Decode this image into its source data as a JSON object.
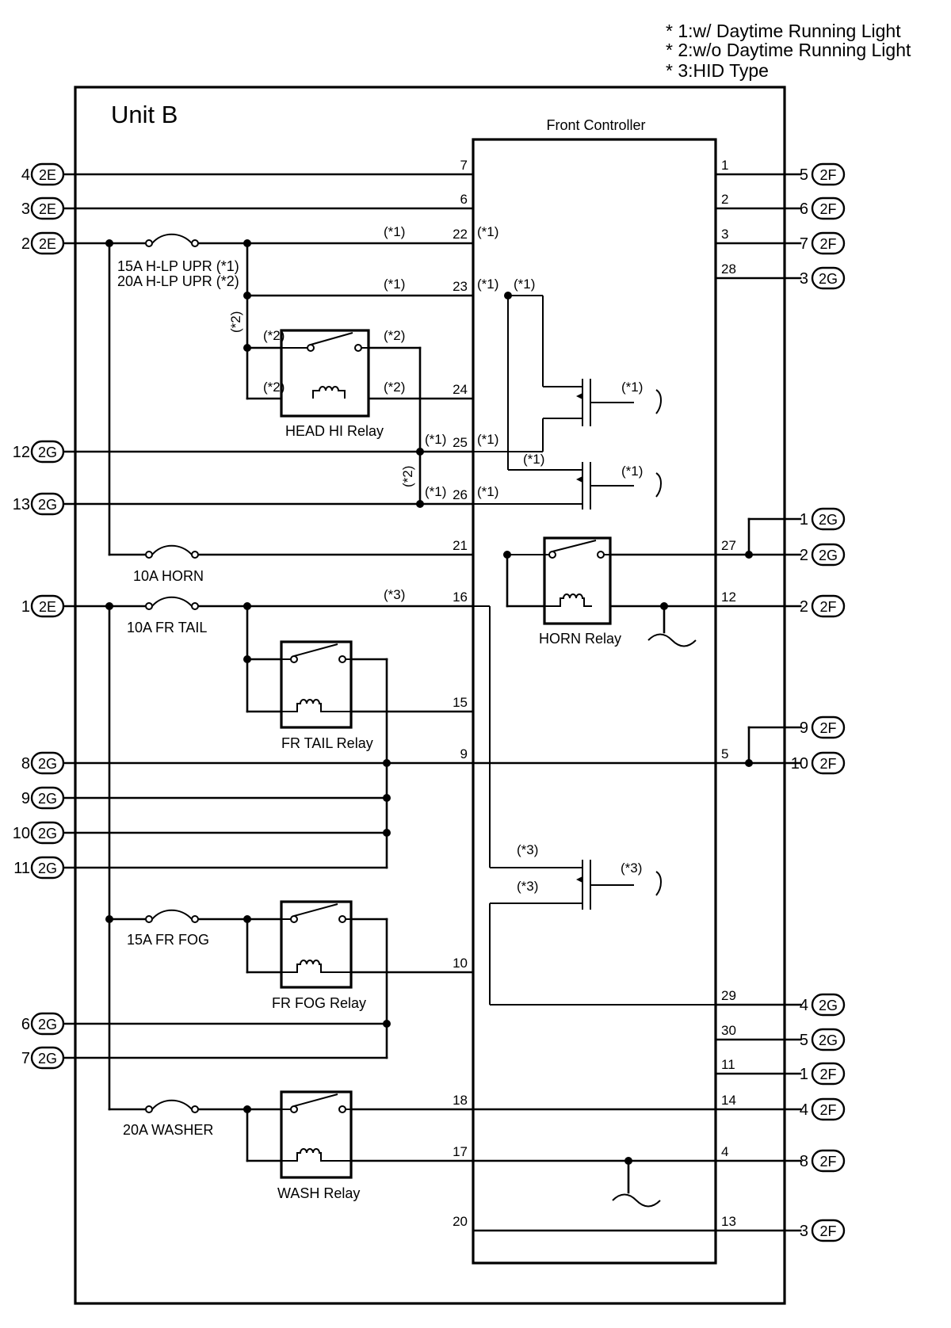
{
  "notes": [
    "* 1:w/ Daytime Running Light",
    "* 2:w/o Daytime Running Light",
    "* 3:HID Type"
  ],
  "unit_title": "Unit B",
  "controller_title": "Front Controller",
  "fuses": [
    "15A H-LP UPR (*1)",
    "20A H-LP UPR (*2)",
    "10A HORN",
    "10A FR TAIL",
    "15A FR FOG",
    "20A WASHER"
  ],
  "relays": [
    "HEAD HI Relay",
    "HORN Relay",
    "FR TAIL Relay",
    "FR FOG Relay",
    "WASH Relay"
  ],
  "left_connectors": [
    {
      "num": "4",
      "code": "2E"
    },
    {
      "num": "3",
      "code": "2E"
    },
    {
      "num": "2",
      "code": "2E"
    },
    {
      "num": "12",
      "code": "2G"
    },
    {
      "num": "13",
      "code": "2G"
    },
    {
      "num": "1",
      "code": "2E"
    },
    {
      "num": "8",
      "code": "2G"
    },
    {
      "num": "9",
      "code": "2G"
    },
    {
      "num": "10",
      "code": "2G"
    },
    {
      "num": "11",
      "code": "2G"
    },
    {
      "num": "6",
      "code": "2G"
    },
    {
      "num": "7",
      "code": "2G"
    }
  ],
  "right_connectors": [
    {
      "num": "5",
      "code": "2F"
    },
    {
      "num": "6",
      "code": "2F"
    },
    {
      "num": "7",
      "code": "2F"
    },
    {
      "num": "3",
      "code": "2G"
    },
    {
      "num": "1",
      "code": "2G"
    },
    {
      "num": "2",
      "code": "2G"
    },
    {
      "num": "2",
      "code": "2F"
    },
    {
      "num": "9",
      "code": "2F"
    },
    {
      "num": "10",
      "code": "2F"
    },
    {
      "num": "4",
      "code": "2G"
    },
    {
      "num": "5",
      "code": "2G"
    },
    {
      "num": "1",
      "code": "2F"
    },
    {
      "num": "4",
      "code": "2F"
    },
    {
      "num": "8",
      "code": "2F"
    },
    {
      "num": "3",
      "code": "2F"
    }
  ],
  "left_pins": [
    "7",
    "6",
    "22",
    "23",
    "24",
    "25",
    "26",
    "21",
    "16",
    "15",
    "9",
    "10",
    "18",
    "17",
    "20"
  ],
  "right_pins": [
    "1",
    "2",
    "3",
    "28",
    "27",
    "12",
    "5",
    "29",
    "30",
    "11",
    "14",
    "4",
    "13"
  ],
  "annotations": {
    "w1": "(*1)",
    "w2": "(*2)",
    "w3": "(*3)"
  }
}
